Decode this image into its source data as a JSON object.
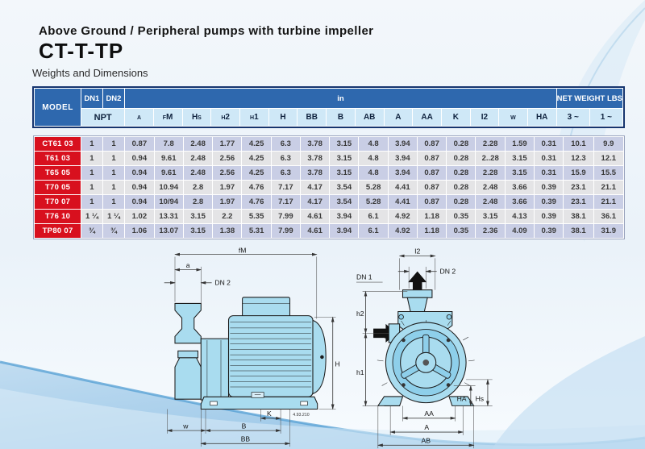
{
  "page": {
    "subtitle": "Above Ground / Peripheral pumps with turbine impeller",
    "title": "CT-T-TP",
    "section": "Weights and Dimensions"
  },
  "colors": {
    "navy_frame": "#16356f",
    "header_blue": "#2e68ae",
    "subheader_blue": "#cfe8f7",
    "model_red": "#d8101e",
    "row_odd": "#c9cee5",
    "row_even": "#e4e4e6",
    "pump_fill": "#a9dcef",
    "wave_blue": "#5ea4d6"
  },
  "table": {
    "model_header": "MODEL",
    "dn1": "DN1",
    "dn2": "DN2",
    "npt": "NPT",
    "in_label": "in",
    "net_weight": "NET WEIGHT LBS",
    "weight_cols": [
      "3 ~",
      "1 ~"
    ],
    "dim_columns": [
      "a",
      "fM",
      "Hs",
      "h2",
      "h1",
      "H",
      "BB",
      "B",
      "AB",
      "A",
      "AA",
      "K",
      "I2",
      "w",
      "HA"
    ],
    "rows": [
      {
        "model": "CT61 03",
        "values": [
          "1",
          "1",
          "0.87",
          "7.8",
          "2.48",
          "1.77",
          "4.25",
          "6.3",
          "3.78",
          "3.15",
          "4.8",
          "3.94",
          "0.87",
          "0.28",
          "2.28",
          "1.59",
          "0.31",
          "10.1",
          "9.9"
        ]
      },
      {
        "model": "T61 03",
        "values": [
          "1",
          "1",
          "0.94",
          "9.61",
          "2.48",
          "2.56",
          "4.25",
          "6.3",
          "3.78",
          "3.15",
          "4.8",
          "3.94",
          "0.87",
          "0.28",
          "2..28",
          "3.15",
          "0.31",
          "12.3",
          "12.1"
        ]
      },
      {
        "model": "T65 05",
        "values": [
          "1",
          "1",
          "0.94",
          "9.61",
          "2.48",
          "2.56",
          "4.25",
          "6.3",
          "3.78",
          "3.15",
          "4.8",
          "3.94",
          "0.87",
          "0.28",
          "2.28",
          "3.15",
          "0.31",
          "15.9",
          "15.5"
        ]
      },
      {
        "model": "T70 05",
        "values": [
          "1",
          "1",
          "0.94",
          "10.94",
          "2.8",
          "1.97",
          "4.76",
          "7.17",
          "4.17",
          "3.54",
          "5.28",
          "4.41",
          "0.87",
          "0.28",
          "2.48",
          "3.66",
          "0.39",
          "23.1",
          "21.1"
        ]
      },
      {
        "model": "T70 07",
        "values": [
          "1",
          "1",
          "0.94",
          "10/94",
          "2.8",
          "1.97",
          "4.76",
          "7.17",
          "4.17",
          "3.54",
          "5.28",
          "4.41",
          "0.87",
          "0.28",
          "2.48",
          "3.66",
          "0.39",
          "23.1",
          "21.1"
        ]
      },
      {
        "model": "T76 10",
        "values": [
          "1 ¼",
          "1 ¼",
          "1.02",
          "13.31",
          "3.15",
          "2.2",
          "5.35",
          "7.99",
          "4.61",
          "3.94",
          "6.1",
          "4.92",
          "1.18",
          "0.35",
          "3.15",
          "4.13",
          "0.39",
          "38.1",
          "36.1"
        ]
      },
      {
        "model": "TP80 07",
        "values": [
          "¾",
          "¾",
          "1.06",
          "13.07",
          "3.15",
          "1.38",
          "5.31",
          "7.99",
          "4.61",
          "3.94",
          "6.1",
          "4.92",
          "1.18",
          "0.35",
          "2.36",
          "4.09",
          "0.39",
          "38.1",
          "31.9"
        ]
      }
    ]
  },
  "diagram": {
    "side": {
      "fm": "fM",
      "a": "a",
      "dn2": "DN 2",
      "h": "H",
      "k": "K",
      "w": "w",
      "b": "B",
      "bb": "BB",
      "code": "4.93.210"
    },
    "front": {
      "i2": "I2",
      "dn2": "DN 2",
      "dn1": "DN 1",
      "h2": "h2",
      "h1": "h1",
      "ha": "HA",
      "hs": "Hs",
      "aa": "AA",
      "a": "A",
      "ab": "AB"
    }
  }
}
